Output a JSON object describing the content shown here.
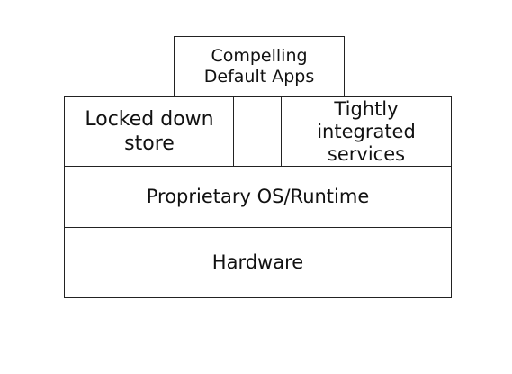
{
  "diagram": {
    "apps_label": "Compelling Default Apps",
    "store_label": "Locked down store",
    "gap_label": "",
    "services_label": "Tightly integrated services",
    "os_label": "Proprietary OS/Runtime",
    "hardware_label": "Hardware"
  }
}
